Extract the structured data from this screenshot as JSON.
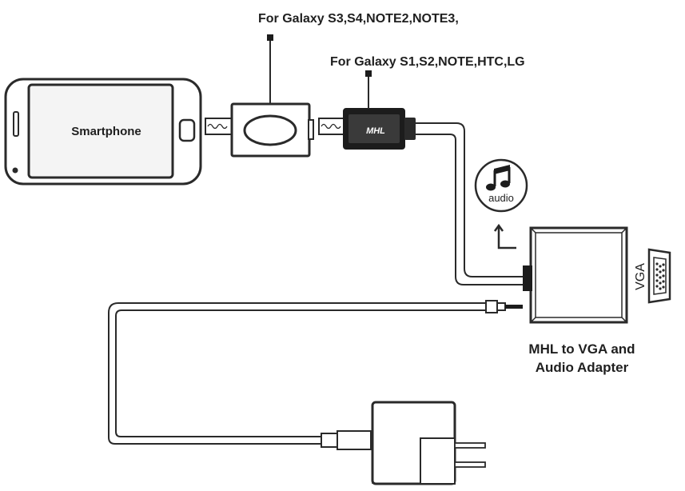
{
  "labels": {
    "smartphone": "Smartphone",
    "adapter_11pin": "For Galaxy S3,S4,NOTE2,NOTE3,",
    "adapter_5pin": "For Galaxy S1,S2,NOTE,HTC,LG",
    "mhl_logo": "MHL",
    "audio": "audio",
    "vga": "VGA",
    "adapter_line1": "MHL to VGA and",
    "adapter_line2": "Audio Adapter"
  },
  "icons": {
    "audio": "music-note-icon",
    "power": "usb-power-adapter",
    "vga": "vga-port-icon"
  },
  "colors": {
    "stroke": "#2a2a2a",
    "text": "#1f1f1f",
    "screen": "#f4f4f4",
    "connector_dark": "#1c1c1c"
  }
}
